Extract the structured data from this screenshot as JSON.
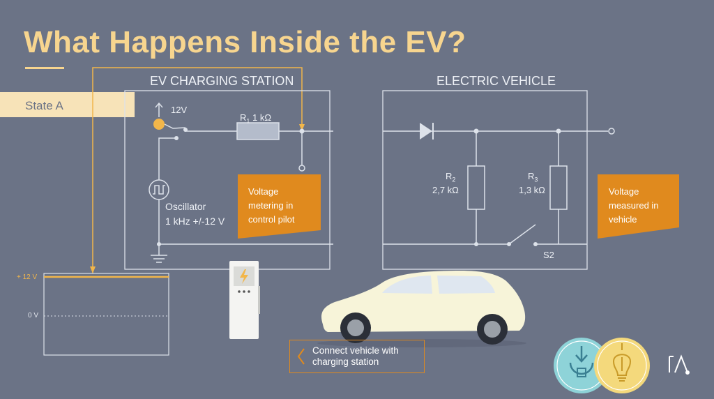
{
  "title": "What Happens Inside the EV?",
  "state_label": "State A",
  "station": {
    "title": "EV CHARGING STATION",
    "voltage_label": "12V",
    "resistor_label_main": "R",
    "resistor_label_sub": "1",
    "resistor_value": " 1 kΩ",
    "oscillator_label": "Oscillator",
    "oscillator_spec": "1 kHz  +/-12 V",
    "callout": [
      "Voltage",
      "metering in",
      "control pilot"
    ]
  },
  "vehicle": {
    "title": "ELECTRIC VEHICLE",
    "r2_name": "R",
    "r2_sub": "2",
    "r2_value": "2,7 kΩ",
    "r3_name": "R",
    "r3_sub": "3",
    "r3_value": "1,3 kΩ",
    "switch_label": "S2",
    "callout": [
      "Voltage",
      "measured in",
      "vehicle"
    ]
  },
  "scope": {
    "tick_top": "+ 12 V",
    "tick_zero": "0 V"
  },
  "connect_button": {
    "arrow": "<",
    "label_line1": "Connect vehicle with",
    "label_line2": "charging station"
  },
  "colors": {
    "background": "#6b7386",
    "accent_yellow": "#f7d58f",
    "accent_orange": "#e08a1e",
    "circuit_line": "#dde2ea",
    "state_badge": "#f7e3b8"
  },
  "icons": [
    "plug-download-icon",
    "lightbulb-icon",
    "logo-icon",
    "charger-lightning-icon"
  ]
}
